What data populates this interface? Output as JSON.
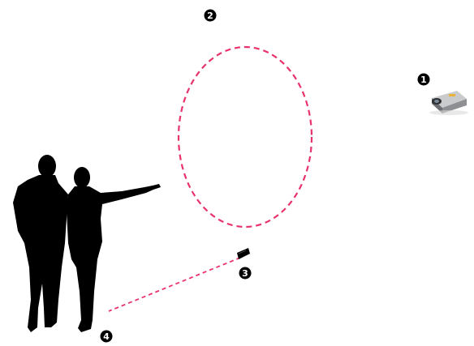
{
  "colors": {
    "background": "#ffffff",
    "dashed_line": "#e8336b",
    "silhouette": "#000000",
    "marker_fill": "#000000",
    "marker_text": "#ffffff",
    "projector_body": "#8d8f92"
  },
  "markers": [
    {
      "id": "projector",
      "label": "1"
    },
    {
      "id": "display-area",
      "label": "2"
    },
    {
      "id": "sensor",
      "label": "3"
    },
    {
      "id": "user-position",
      "label": "4"
    }
  ],
  "icons": {
    "projector": "projector-icon",
    "sensor": "sensor-icon",
    "people": "people-silhouette"
  }
}
